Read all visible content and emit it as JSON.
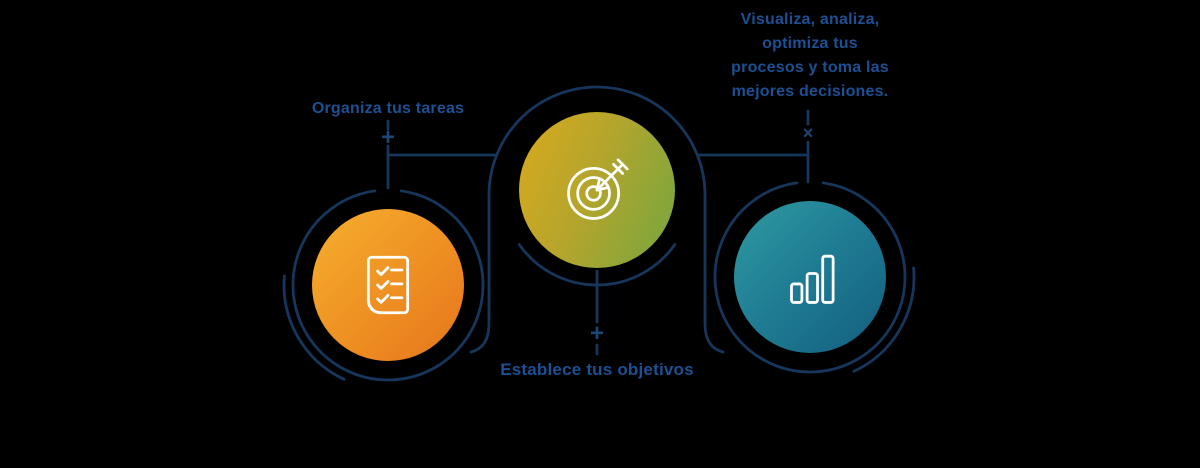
{
  "colors": {
    "background": "#000000",
    "line_navy": "#16365c",
    "text_blue": "#1d4f93",
    "connector_navy": "#1c4776",
    "icon_stroke": "#ffffff",
    "circle_left_gradient_start": "#f5b02e",
    "circle_left_gradient_end": "#e5761c",
    "circle_middle_gradient_start": "#d3a91f",
    "circle_middle_gradient_end": "#7da63d",
    "circle_right_gradient_start": "#2f9aa2",
    "circle_right_gradient_end": "#135e7e"
  },
  "steps": {
    "left": {
      "label": "Organiza tus tareas",
      "connector_symbol": "+",
      "icon": "checklist-icon"
    },
    "middle": {
      "label": "Establece tus objetivos",
      "connector_symbol": "+",
      "icon": "target-icon"
    },
    "right": {
      "connector_symbol": "×",
      "label_lines": [
        "Visualiza, analiza,",
        "optimiza tus",
        "procesos y toma las",
        "mejores decisiones."
      ],
      "icon": "bar-chart-icon"
    }
  }
}
